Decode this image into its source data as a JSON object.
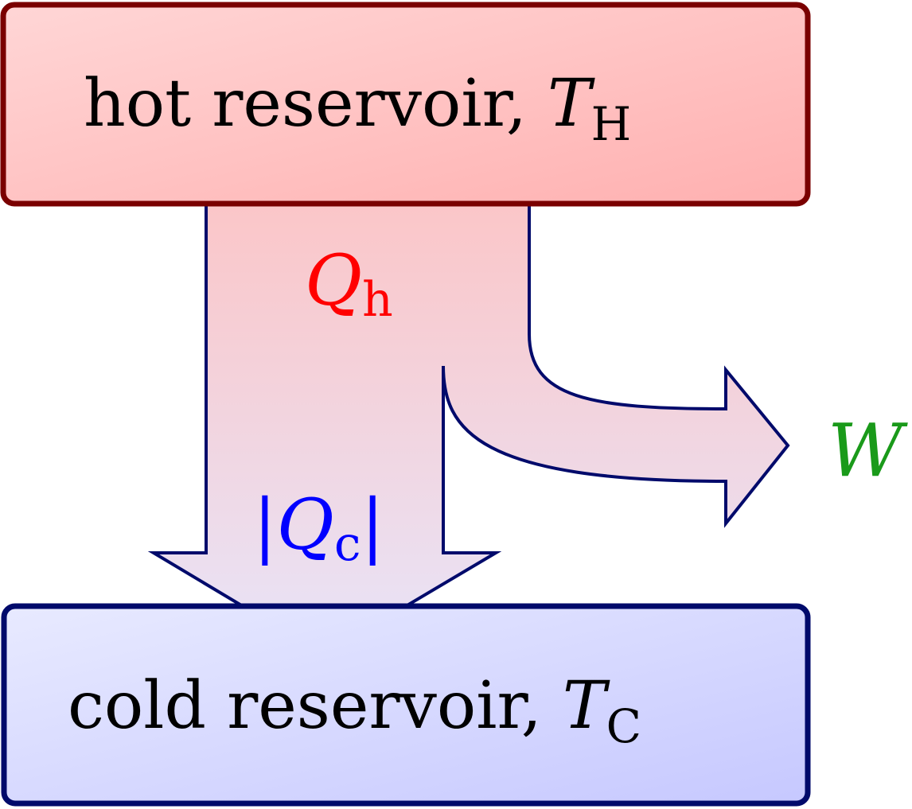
{
  "hot_reservoir": {
    "text": "hot reservoir, ",
    "symbol": "T",
    "subscript": "H"
  },
  "cold_reservoir": {
    "text": "cold reservoir, ",
    "symbol": "T",
    "subscript": "C"
  },
  "heat_in": {
    "symbol": "Q",
    "subscript": "h"
  },
  "heat_out": {
    "bar_left": "|",
    "symbol": "Q",
    "subscript": "c",
    "bar_right": "|"
  },
  "work": {
    "symbol": "W"
  },
  "colors": {
    "hot_fill_light": "#ffd6d6",
    "hot_fill_dark": "#ffb0b0",
    "hot_border": "#7a0000",
    "cold_fill_light": "#e6e8ff",
    "cold_fill_dark": "#c8caff",
    "cold_border": "#000a6b",
    "arrow_border": "#000a6b",
    "heat_in_color": "#ff0000",
    "heat_out_color": "#0000ff",
    "work_color": "#1a9a1a",
    "text": "#000000"
  }
}
